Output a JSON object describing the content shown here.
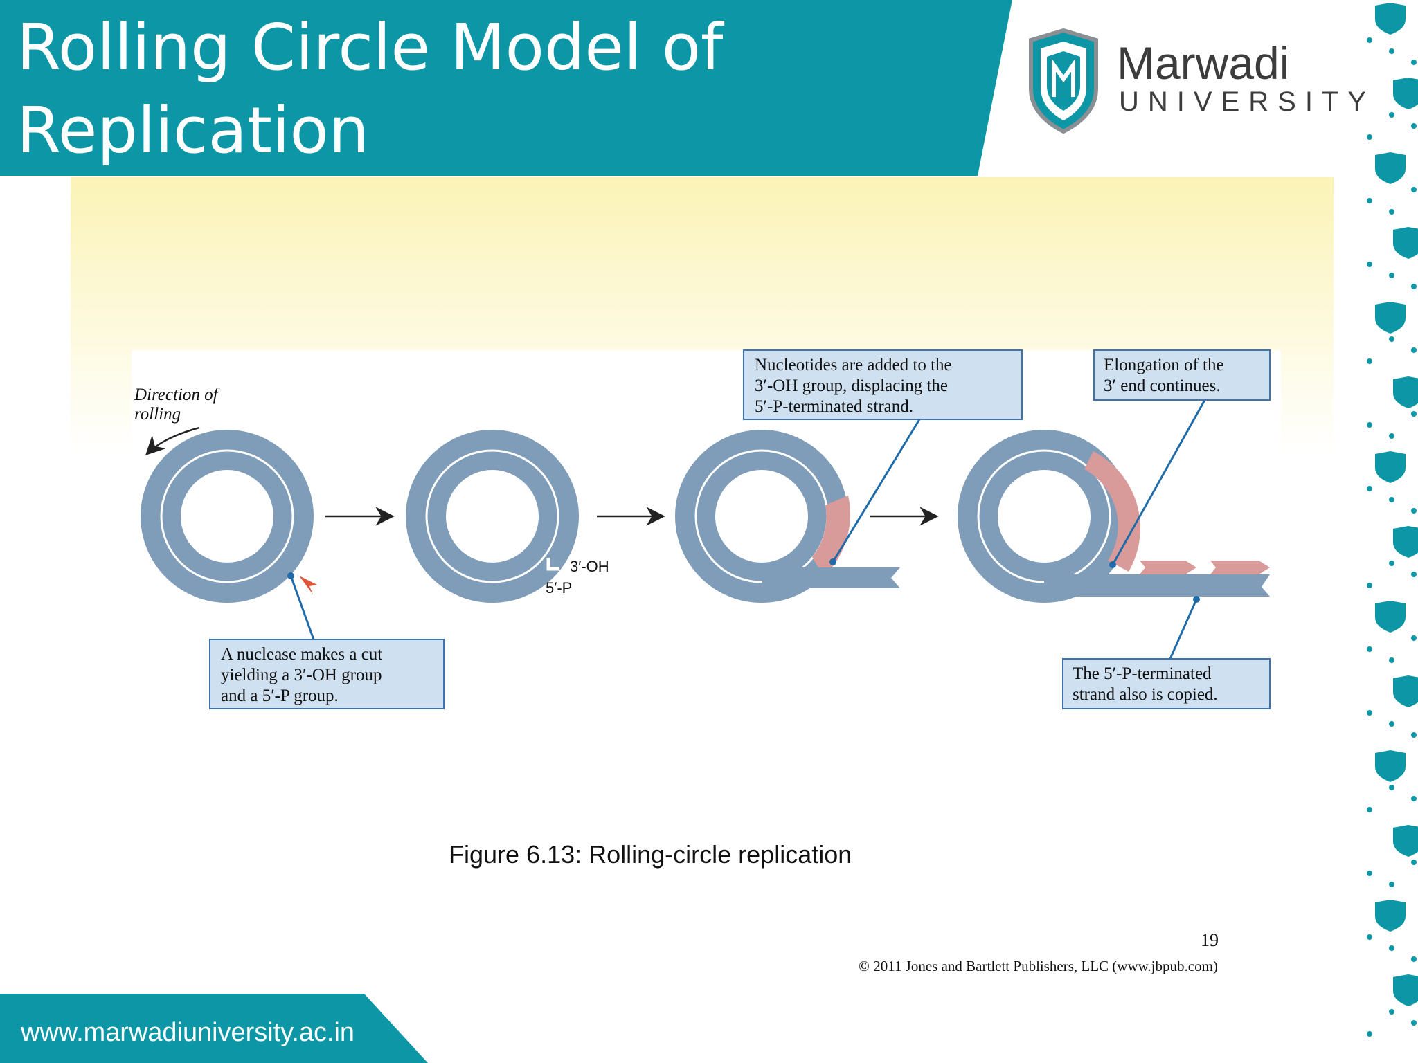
{
  "header": {
    "title_line1": "Rolling Circle Model of",
    "title_line2": "Replication",
    "logo_name": "Marwadi",
    "logo_sub": "UNIVERSITY",
    "header_color": "#0d97a6",
    "logo_icon": "mu-shield-logo"
  },
  "diagram": {
    "direction_line1": "Direction of",
    "direction_line2": "rolling",
    "end_3oh": "3′-OH",
    "end_5p": "5′-P",
    "callout_nuclease": [
      "A nuclease makes a cut",
      "yielding a 3′-OH group",
      "and a 5′-P group."
    ],
    "callout_nucleotides": [
      "Nucleotides are added to the",
      "3′-OH group, displacing the",
      "5′-P-terminated strand."
    ],
    "callout_elongation": [
      "Elongation of the",
      "3′ end continues."
    ],
    "callout_copied": [
      "The 5′-P-terminated",
      "strand also is copied."
    ],
    "strand_color": "#7f9db8",
    "new_strand_color": "#d99a9a",
    "callout_bg": "#cfe0f1",
    "callout_border": "#3d74b0"
  },
  "caption": "Figure 6.13: Rolling-circle replication",
  "page_number": "19",
  "copyright": "© 2011 Jones and Bartlett Publishers, LLC (www.jbpub.com)",
  "footer": {
    "url": "www.marwadiuniversity.ac.in"
  }
}
